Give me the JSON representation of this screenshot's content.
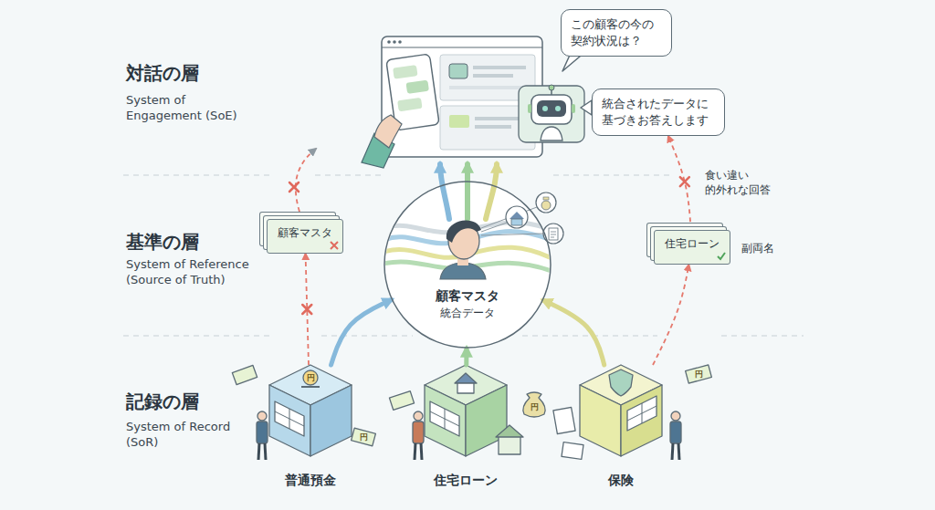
{
  "diagram": {
    "nodes": [
      {
        "text": [
          "この顧客の今の 契約状況は？"
        ]
      },
      {
        "text": [
          "統合されたデータに 基づきお答えします"
        ]
      },
      {
        "text": [
          "顧客マスタ"
        ]
      },
      {
        "text": [
          "顧客マスタ",
          "統合データ"
        ]
      },
      {
        "text": [
          "住宅ローン"
        ]
      },
      {
        "text": [
          "普通預金"
        ]
      },
      {
        "text": [
          "住宅ローン"
        ]
      },
      {
        "text": [
          "保険"
        ]
      }
    ],
    "edges": [
      {
        "from": 5,
        "to": 3,
        "arrow": "to"
      },
      {
        "from": 6,
        "to": 3,
        "arrow": "to"
      },
      {
        "from": 7,
        "to": 3,
        "arrow": "to"
      },
      {
        "from": 5,
        "to": 2,
        "arrow": "to"
      },
      {
        "from": 7,
        "to": 4,
        "arrow": "to"
      },
      {
        "from": 4,
        "to": 1,
        "label": "食い違い 的外れな回答",
        "arrow": "to"
      }
    ],
    "labels": [
      "対話の層",
      "System of Engagement (SoE)",
      "基準の層",
      "System of Reference (Source of Truth)",
      "記録の層",
      "System of Record (SoR)",
      "副両名",
      "円",
      "円",
      "円",
      "円"
    ]
  }
}
